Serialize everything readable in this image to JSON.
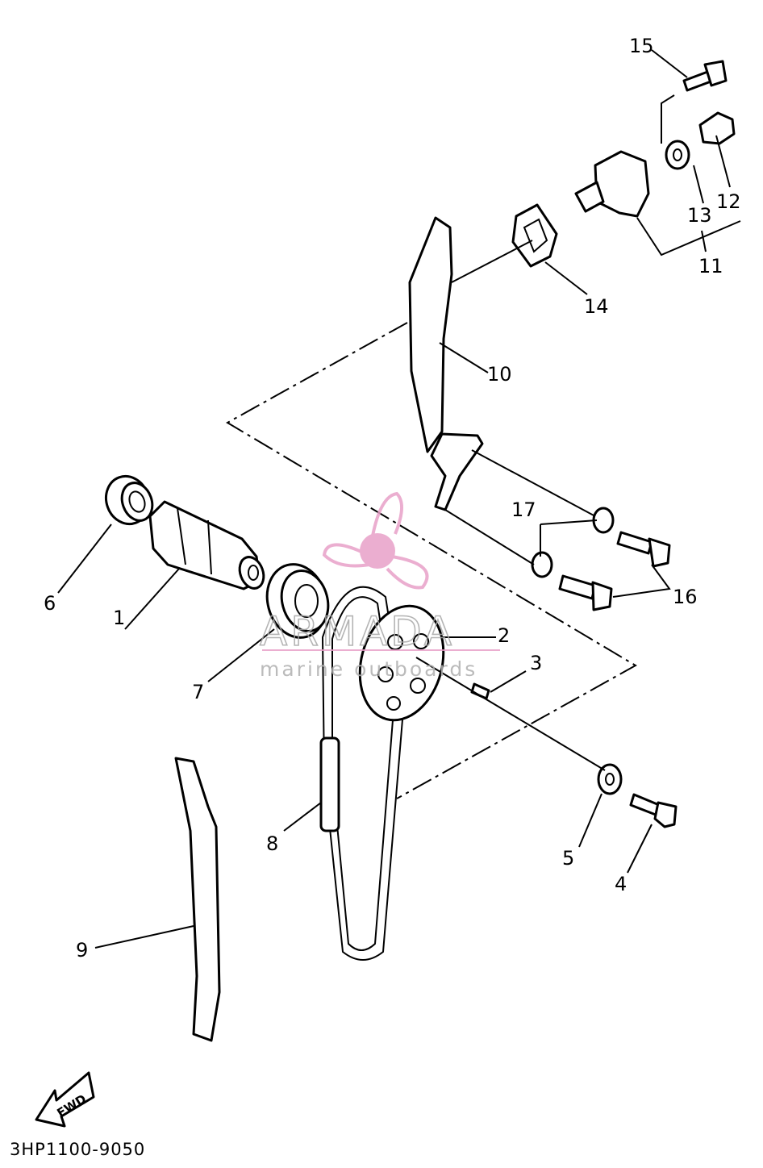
{
  "diagram": {
    "callouts": [
      {
        "id": "1",
        "text": "1"
      },
      {
        "id": "2",
        "text": "2"
      },
      {
        "id": "3",
        "text": "3"
      },
      {
        "id": "4",
        "text": "4"
      },
      {
        "id": "5",
        "text": "5"
      },
      {
        "id": "6",
        "text": "6"
      },
      {
        "id": "7",
        "text": "7"
      },
      {
        "id": "8",
        "text": "8"
      },
      {
        "id": "9",
        "text": "9"
      },
      {
        "id": "10",
        "text": "10"
      },
      {
        "id": "11",
        "text": "11"
      },
      {
        "id": "12",
        "text": "12"
      },
      {
        "id": "13",
        "text": "13"
      },
      {
        "id": "14",
        "text": "14"
      },
      {
        "id": "15",
        "text": "15"
      },
      {
        "id": "16",
        "text": "16"
      },
      {
        "id": "17",
        "text": "17"
      }
    ],
    "fwd_label": "FWD",
    "drawing_code": "3HP1100-9050"
  },
  "watermark": {
    "brand": "ARMADA",
    "tagline": "marine outboards",
    "accent_color": "#e8a0c8"
  }
}
